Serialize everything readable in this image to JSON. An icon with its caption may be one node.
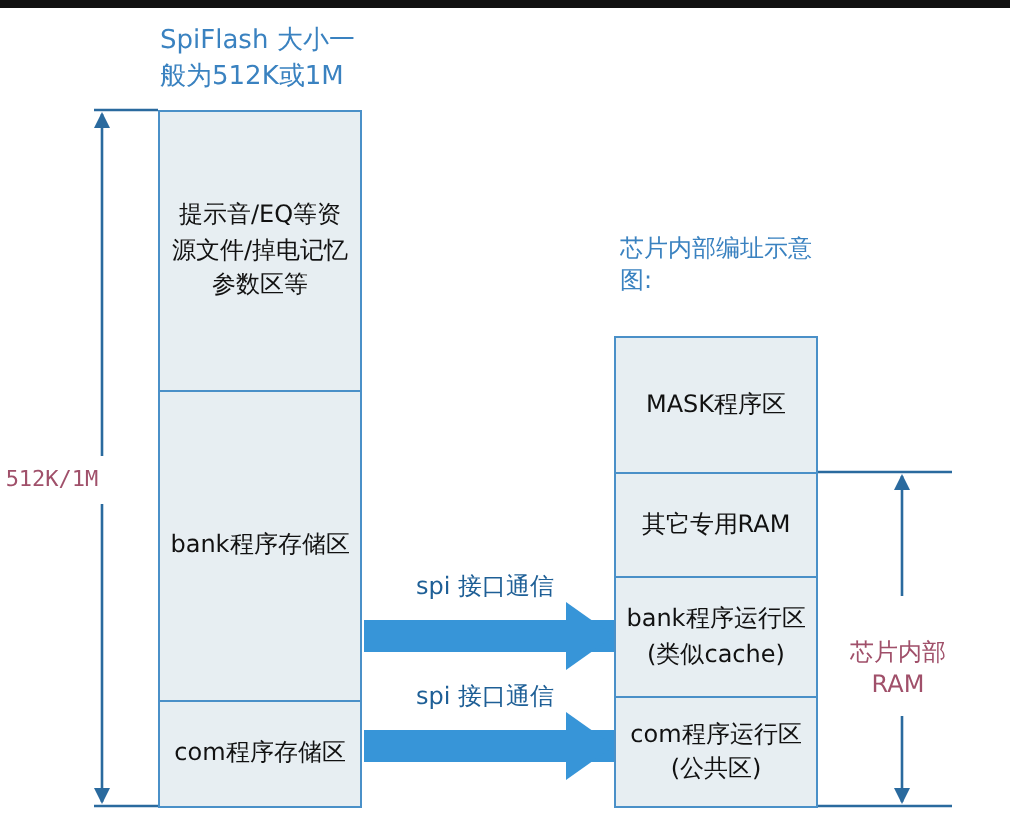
{
  "diagram": {
    "nodes": [
      {
        "text": [
          "提示音/EQ等资源文件/掉电记忆参数区等"
        ],
        "beside": [
          "SpiFlash 大小一般为512K或1M"
        ]
      },
      {
        "text": [
          "bank程序存储区"
        ]
      },
      {
        "text": [
          "com程序存储区"
        ]
      },
      {
        "text": [
          "MASK程序区"
        ],
        "beside": [
          "芯片内部编址示意图:"
        ]
      },
      {
        "text": [
          "其它专用RAM"
        ]
      },
      {
        "text": [
          "bank程序运行区(类似cache)"
        ]
      },
      {
        "text": [
          "com程序运行区(公共区)"
        ]
      }
    ],
    "edges": [
      {
        "from": 1,
        "to": 5,
        "arrow": "to",
        "label": "spi 接口通信"
      },
      {
        "from": 2,
        "to": 6,
        "arrow": "to",
        "label": "spi 接口通信"
      }
    ],
    "labels": [
      "512K/1M",
      "芯片内部RAM"
    ]
  }
}
